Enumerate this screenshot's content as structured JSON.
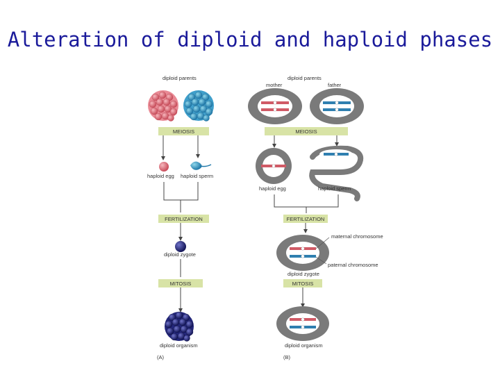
{
  "title": "Alteration of diploid and haploid phases",
  "panel_a": {
    "diploid_parents": "diploid parents",
    "meiosis": "MEIOSIS",
    "haploid_egg": "haploid egg",
    "haploid_sperm": "haploid sperm",
    "fertilization": "FERTILIZATION",
    "diploid_zygote": "diploid zygote",
    "mitosis": "MITOSIS",
    "diploid_organism": "diploid organism",
    "panel_label": "(A)"
  },
  "panel_b": {
    "diploid_parents": "diploid parents",
    "mother": "mother",
    "father": "father",
    "meiosis": "MEIOSIS",
    "haploid_egg": "haploid egg",
    "haploid_sperm": "haploid sperm",
    "fertilization": "FERTILIZATION",
    "maternal_chromosome": "maternal chromosome",
    "paternal_chromosome": "paternal chromosome",
    "diploid_zygote": "diploid zygote",
    "mitosis": "MITOSIS",
    "diploid_organism": "diploid organism",
    "panel_label": "(B)"
  },
  "colors": {
    "title": "#1a1a9a",
    "maternal": "#d05a66",
    "paternal": "#2f7fb0",
    "stage_bar": "#d8e3a6",
    "cell_outer": "#7a7a7a",
    "cell_inner": "#ffffff",
    "zygote": "#1d1f6e"
  }
}
